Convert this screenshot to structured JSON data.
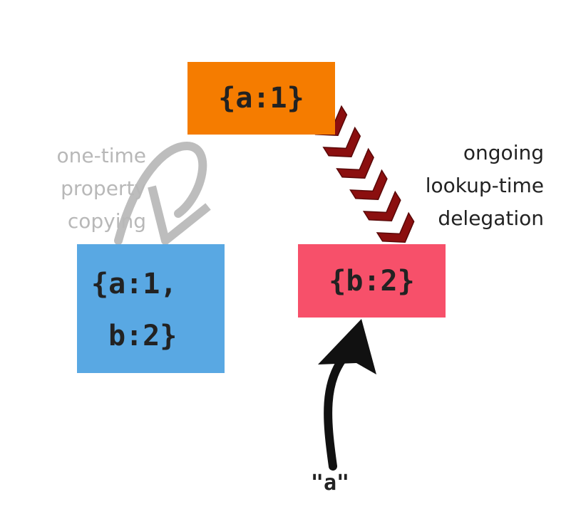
{
  "boxes": {
    "top": {
      "text": "{a:1}",
      "color": "#f57c00"
    },
    "left": {
      "line1": "{a:1,",
      "line2": "b:2}",
      "color": "#59a8e3"
    },
    "right": {
      "text": "{b:2}",
      "color": "#f7506a"
    }
  },
  "labels": {
    "copy": {
      "lines": [
        "one-time",
        "property",
        "copying"
      ],
      "color": "#b8b8b8"
    },
    "delegation": {
      "lines": [
        "ongoing",
        "lookup-time",
        "delegation"
      ],
      "color": "#222222"
    }
  },
  "lookup_key": "\"a\"",
  "colors": {
    "chevron": "#8b0f0f",
    "copy_arrow": "#bdbdbd",
    "lookup_arrow": "#111111"
  }
}
